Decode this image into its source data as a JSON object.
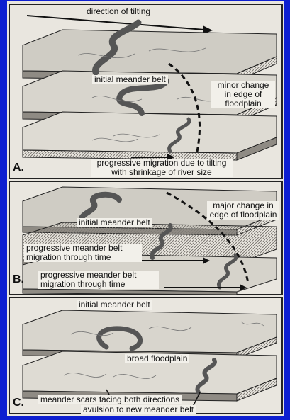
{
  "colors": {
    "background": "#0d1fd0",
    "panel": "#e9e6df",
    "river": "#555555",
    "block_top": "#cfccc4",
    "block_side": "#8f8b84"
  },
  "panelA": {
    "letter": "A.",
    "direction_label": "direction of tilting",
    "initial_label": "initial meander belt",
    "minor_change_label": "minor change in edge of floodplain",
    "migration_label": "progressive migration due to tilting with shrinkage of river size"
  },
  "panelB": {
    "letter": "B.",
    "initial_label": "initial meander belt",
    "major_change_label": "major change in edge of floodplain",
    "migration_label_1": "progressive meander belt migration through time",
    "migration_label_2": "progressive meander belt migration through time"
  },
  "panelC": {
    "letter": "C.",
    "initial_label": "initial meander belt",
    "broad_label": "broad floodplain",
    "scars_label": "meander scars facing both directions",
    "avulsion_label": "avulsion to new meander belt"
  }
}
